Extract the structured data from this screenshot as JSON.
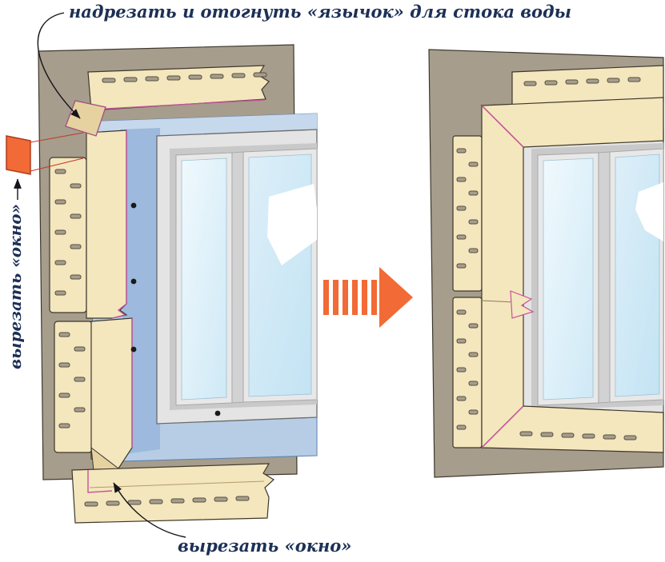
{
  "labels": {
    "top_annotation": "надрезать и отогнуть «язычок» для стока воды",
    "cut_window_left": "вырезать «окно»",
    "cut_window_bottom": "вырезать «окно»"
  },
  "icons": {
    "transition_arrow": "striped-right-arrow",
    "leader_arrows": "curved-leader-with-arrowhead",
    "up_arrow": "small-up-arrow"
  },
  "colors": {
    "wall": "#a69d8d",
    "siding": "#f4e6bd",
    "siding_shadow": "#e6d2a0",
    "membrane": "#b7cde6",
    "membrane_dark": "#9db9dd",
    "membrane_light": "#c6d8ec",
    "frame": "#e4e4e4",
    "frame_dark": "#c9c9c9",
    "mullion": "#d2d2d2",
    "glass_light": "#eef8fd",
    "glass_dark": "#c3e3f3",
    "arrow": "#f26a36",
    "pink_edge": "#c4559a",
    "ink": "#1d3056",
    "outline": "#3d382c",
    "cut_swatch": "#f26a36"
  }
}
